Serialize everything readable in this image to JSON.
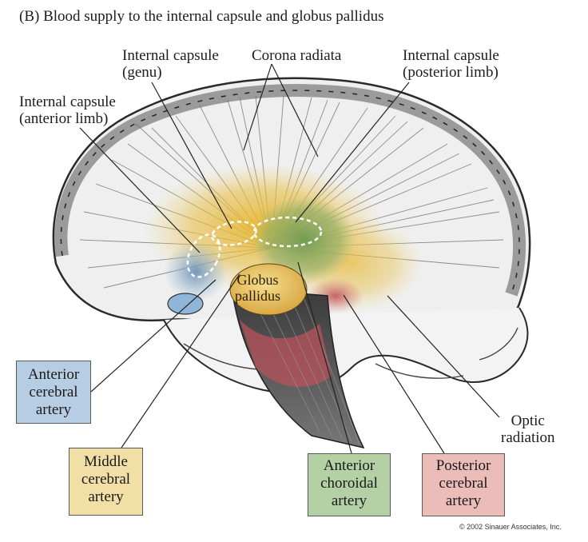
{
  "title": "(B) Blood supply to the internal capsule and globus pallidus",
  "labels": {
    "ic_genu": [
      "Internal capsule",
      "(genu)"
    ],
    "corona_radiata": "Corona radiata",
    "ic_posterior": [
      "Internal capsule",
      "(posterior limb)"
    ],
    "ic_anterior": [
      "Internal capsule",
      "(anterior limb)"
    ],
    "globus_pallidus": [
      "Globus",
      "pallidus"
    ],
    "optic_radiation": [
      "Optic",
      "radiation"
    ]
  },
  "boxes": {
    "anterior_cerebral": {
      "lines": [
        "Anterior",
        "cerebral",
        "artery"
      ],
      "color": "#b7cde4"
    },
    "middle_cerebral": {
      "lines": [
        "Middle",
        "cerebral",
        "artery"
      ],
      "color": "#f1dfa6"
    },
    "anterior_choroidal": {
      "lines": [
        "Anterior",
        "choroidal",
        "artery"
      ],
      "color": "#b4d1a6"
    },
    "posterior_cerebral": {
      "lines": [
        "Posterior",
        "cerebral",
        "artery"
      ],
      "color": "#ecbcb8"
    }
  },
  "copyright": "© 2002 Sinauer Associates, Inc."
}
